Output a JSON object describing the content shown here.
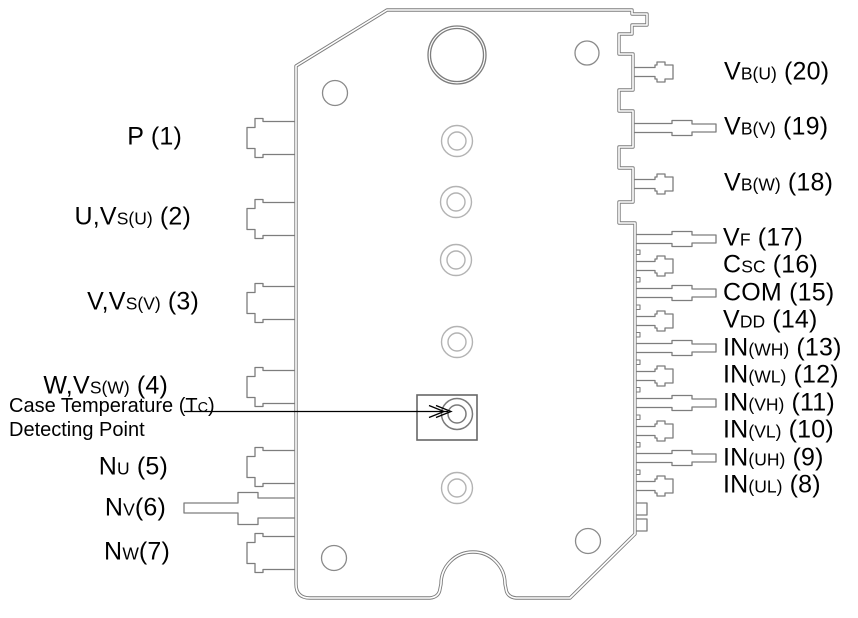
{
  "diagram": {
    "kind": "power-module-pinout",
    "colors": {
      "background": "#ffffff",
      "body_outline": "#7d7d7d",
      "via_ring": "#b3b3b3",
      "detect_box": "#676767",
      "text": "#000000",
      "arrow": "#000000"
    }
  },
  "pins": {
    "left": [
      {
        "id": 1,
        "main": "P",
        "sub": "",
        "tail": " (1)"
      },
      {
        "id": 2,
        "main": "U,V",
        "sub": "S(U)",
        "tail": " (2)"
      },
      {
        "id": 3,
        "main": "V,V",
        "sub": "S(V)",
        "tail": " (3)"
      },
      {
        "id": 4,
        "main": "W,V",
        "sub": "S(W)",
        "tail": " (4)"
      },
      {
        "id": 5,
        "main": "N",
        "sub": "U",
        "tail": " (5)"
      },
      {
        "id": 6,
        "main": "N",
        "sub": "V",
        "tail": "(6)"
      },
      {
        "id": 7,
        "main": "N",
        "sub": "W",
        "tail": "(7)"
      }
    ],
    "right": [
      {
        "id": 20,
        "main": "V",
        "sub": "B(U)",
        "tail": " (20)"
      },
      {
        "id": 19,
        "main": "V",
        "sub": "B(V)",
        "tail": " (19)"
      },
      {
        "id": 18,
        "main": "V",
        "sub": "B(W)",
        "tail": " (18)"
      },
      {
        "id": 17,
        "main": "V",
        "sub": "F",
        "tail": " (17)"
      },
      {
        "id": 16,
        "main": "C",
        "sub": "SC",
        "tail": " (16)"
      },
      {
        "id": 15,
        "main": "COM",
        "sub": "",
        "tail": " (15)"
      },
      {
        "id": 14,
        "main": "V",
        "sub": "DD",
        "tail": " (14)"
      },
      {
        "id": 13,
        "main": "IN",
        "sub": "(WH)",
        "tail": " (13)"
      },
      {
        "id": 12,
        "main": "IN",
        "sub": "(WL)",
        "tail": " (12)"
      },
      {
        "id": 11,
        "main": "IN",
        "sub": "(VH)",
        "tail": " (11)"
      },
      {
        "id": 10,
        "main": "IN",
        "sub": "(VL)",
        "tail": " (10)"
      },
      {
        "id": 9,
        "main": "IN",
        "sub": "(UH)",
        "tail": " (9)"
      },
      {
        "id": 8,
        "main": "IN",
        "sub": "(UL)",
        "tail": " (8)"
      }
    ]
  },
  "annotation": {
    "line1_pre": "Case Temperature (T",
    "line1_sub": "C",
    "line1_post": ")",
    "line2": "Detecting Point"
  }
}
